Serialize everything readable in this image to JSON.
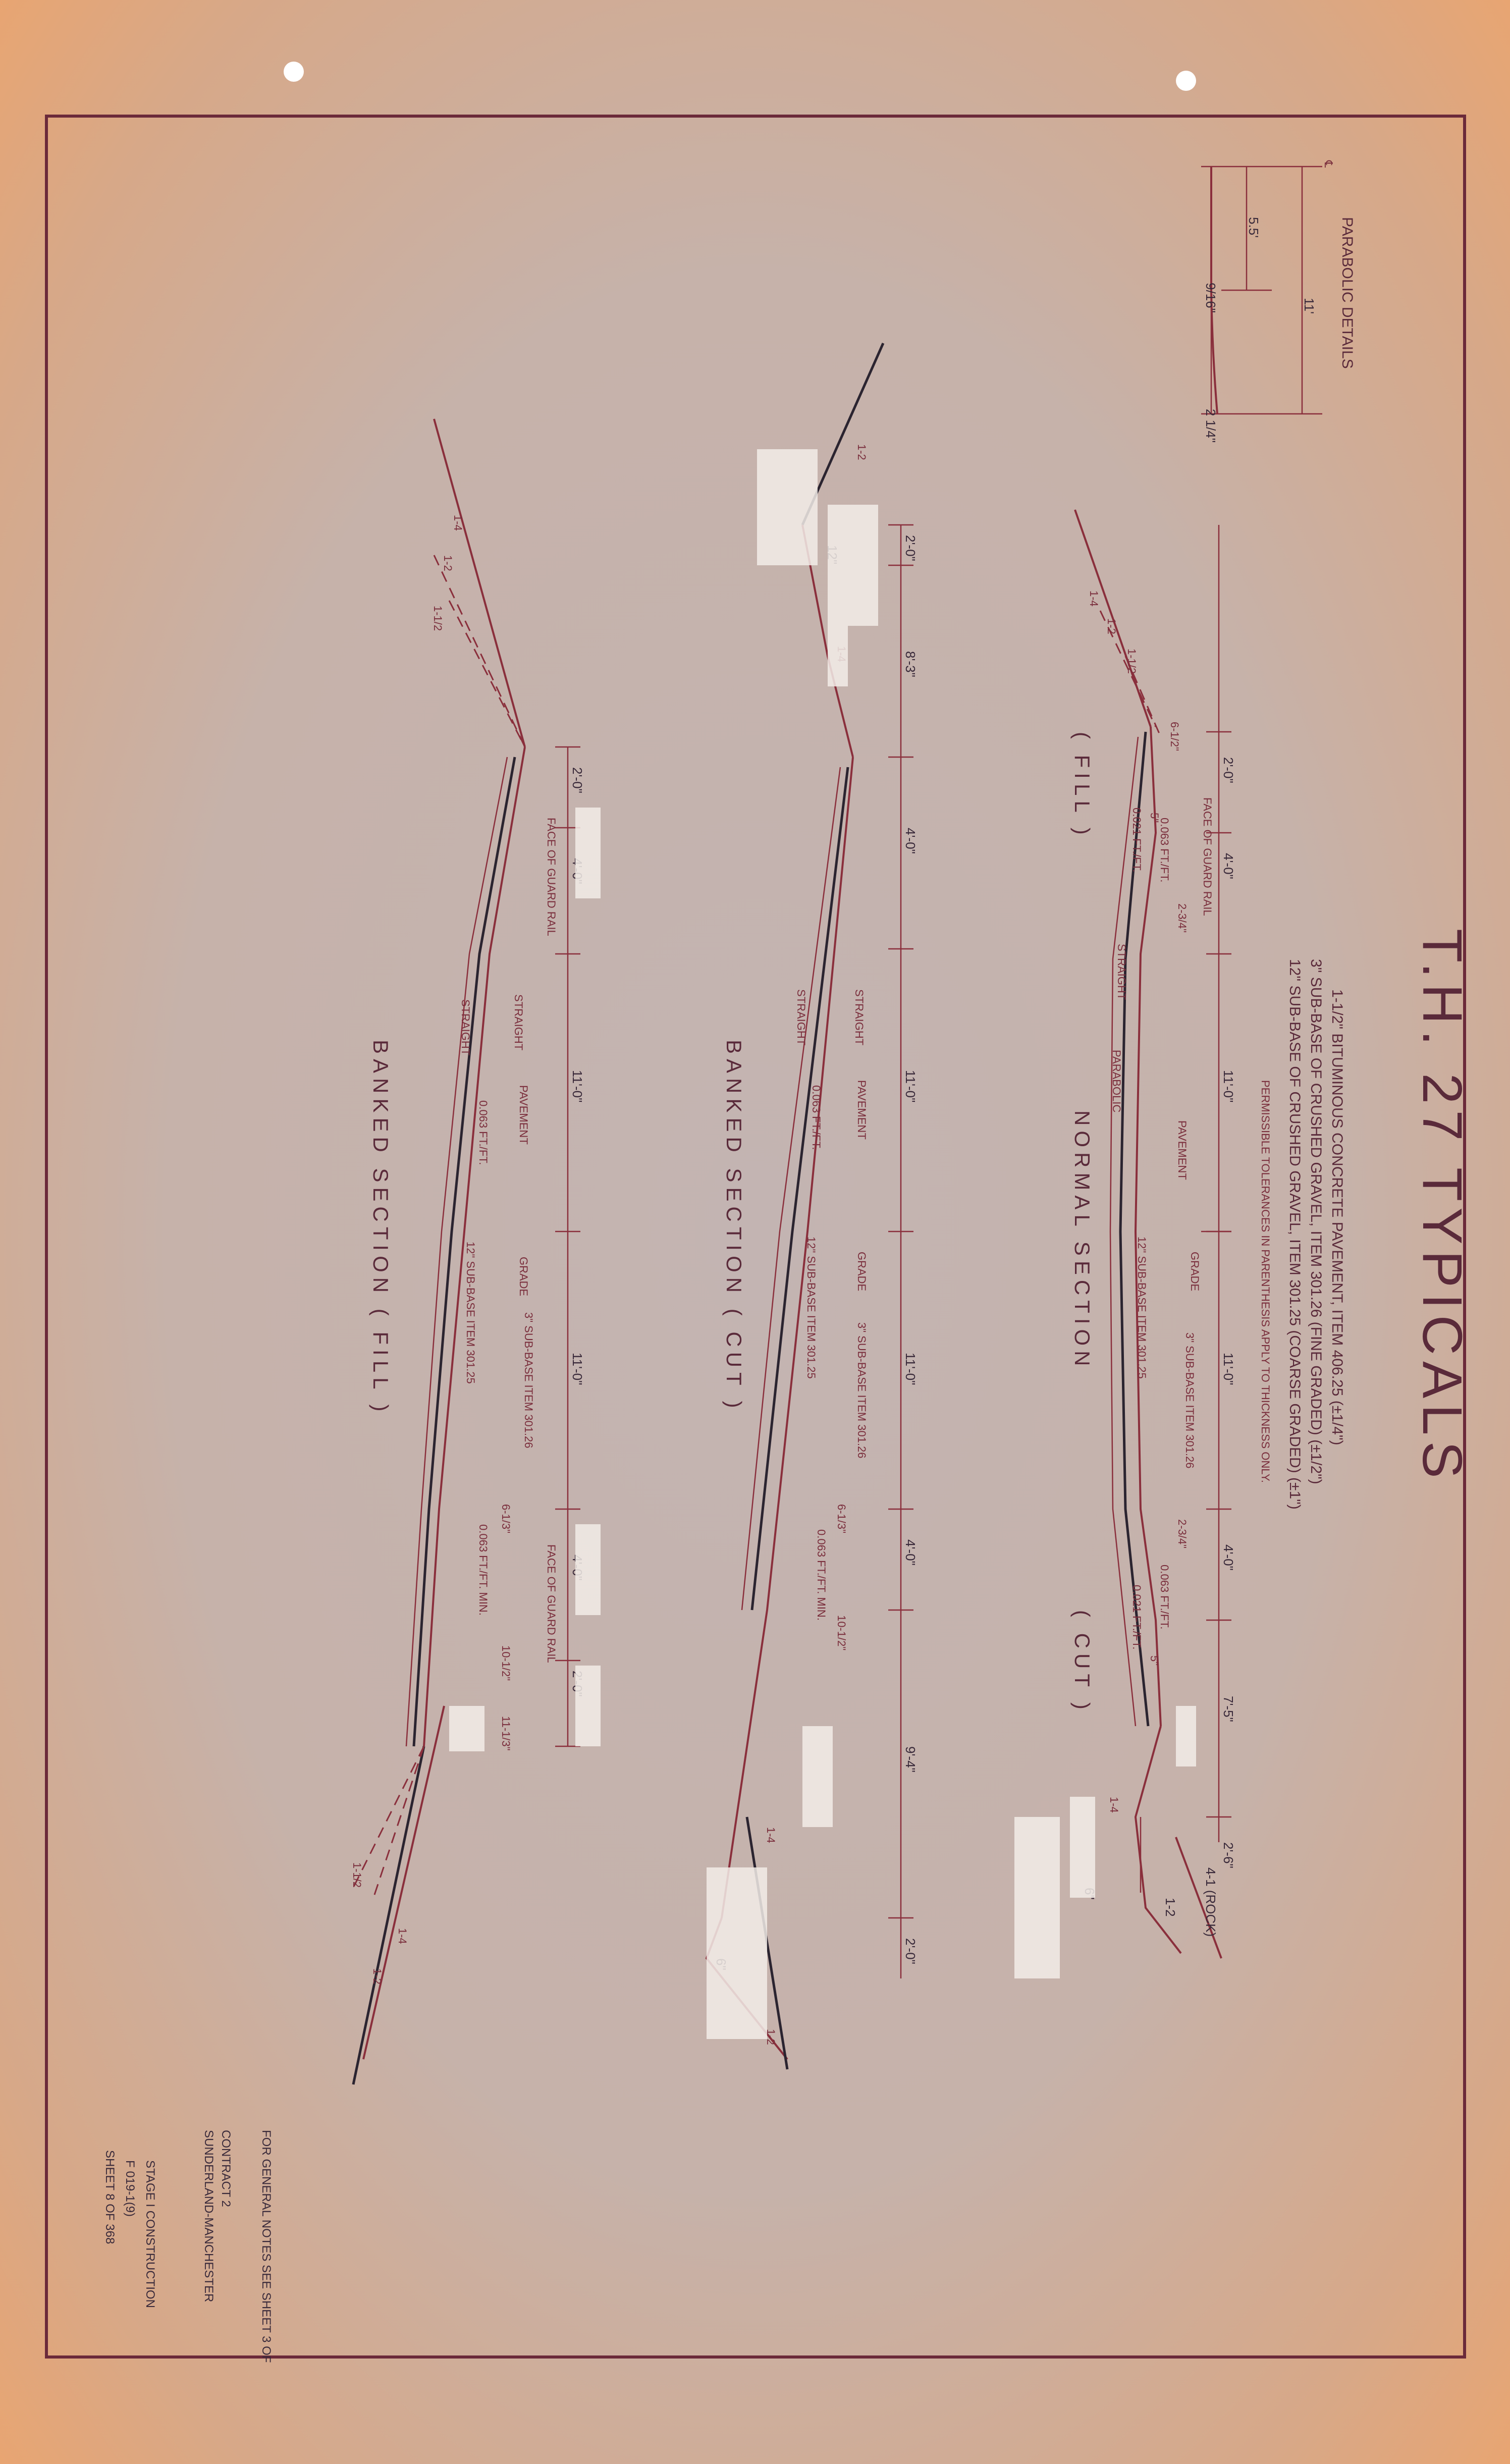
{
  "title": "T.H. 27   TYPICALS",
  "pavement_notes": [
    "1-1/2\" BITUMINOUS CONCRETE PAVEMENT, ITEM 406.25 (±1/4\")",
    "3\" SUB-BASE OF CRUSHED GRAVEL, ITEM 301.26 (FINE GRADED) (±1/2\")",
    "12\" SUB-BASE OF CRUSHED GRAVEL, ITEM 301.25 (COARSE GRADED) (±1\")"
  ],
  "tolerance_note": "PERMISSIBLE TOLERANCES IN PARENTHESIS APPLY TO THICKNESS ONLY.",
  "parabolic": {
    "title": "PARABOLIC DETAILS",
    "dim_total": "11'",
    "dim_half": "5.5'",
    "offset_mid": "9/16\"",
    "offset_end": "2 1/4\""
  },
  "normal_section": {
    "title": "NORMAL   SECTION",
    "fill_label": "( FILL )",
    "cut_label": "( CUT )",
    "dims": [
      "2'-0\"",
      "4'-0\"",
      "11'-0\"",
      "11'-0\"",
      "4'-0\"",
      "7'-5\"",
      "2'-6\""
    ],
    "labels": {
      "face_rail": "FACE OF GUARD RAIL",
      "straight": "STRAIGHT",
      "parabolic": "PARABOLIC",
      "pavement": "PAVEMENT",
      "grade": "GRADE",
      "subbase_12": "12\" SUB-BASE ITEM 301.25",
      "subbase_3": "3\" SUB-BASE ITEM 301.26",
      "slope_021": "0.021 FT./FT.",
      "slope_063": "0.063 FT./FT.",
      "thick_6": "6-1/2\"",
      "thick_5": "5\"",
      "thick_234": "2-3/4\"",
      "rock": "4-1 (ROCK)",
      "slope_12": "1-2",
      "slope_14": "1-4",
      "slope_112": "1-1/2",
      "depth_6": "6\""
    }
  },
  "banked_cut": {
    "title": "BANKED   SECTION   ( CUT )",
    "dims": [
      "2'-0\"",
      "8'-3\"",
      "4'-0\"",
      "11'-0\"",
      "11'-0\"",
      "4'-0\"",
      "9'-4\"",
      "2'-0\""
    ],
    "labels": {
      "straight": "STRAIGHT",
      "pavement": "PAVEMENT",
      "grade": "GRADE",
      "slope": "0.063 FT./FT.",
      "slope_min": "0.063 FT./FT. MIN.",
      "subbase_12": "12\" SUB-BASE ITEM 301.25",
      "subbase_3": "3\" SUB-BASE ITEM 301.26",
      "thick_6": "6-1/3\"",
      "thick_10": "10-1/2\"",
      "d12": "12\"",
      "slope_12": "1-2",
      "slope_14": "1-4",
      "depth_6": "6\""
    }
  },
  "banked_fill": {
    "title": "BANKED   SECTION   ( FILL )",
    "dims": [
      "2'-0\"",
      "4'-0\"",
      "11'-0\"",
      "11'-0\"",
      "4'-0\"",
      "2'-0\""
    ],
    "labels": {
      "face_rail": "FACE OF GUARD RAIL",
      "straight": "STRAIGHT",
      "pavement": "PAVEMENT",
      "grade": "GRADE",
      "slope": "0.063 FT./FT.",
      "slope_min": "0.063 FT./FT. MIN.",
      "subbase_12": "12\" SUB-BASE ITEM 301.25",
      "subbase_3": "3\" SUB-BASE ITEM 301.26",
      "thick_6": "6-1/3\"",
      "thick_10": "10-1/2\"",
      "thick_11": "11-1/3\"",
      "slope_12": "1-2",
      "slope_14": "1-4",
      "slope_112": "1-1/2"
    }
  },
  "general_note": "FOR GENERAL NOTES SEE SHEET 3 OF",
  "title_block": {
    "line1": "STAGE I CONSTRUCTION",
    "line2": "F       019-1(9)",
    "line3": "CONTRACT 2",
    "line4": "SUNDERLAND-MANCHESTER",
    "sheet": "SHEET  8  OF  368"
  }
}
